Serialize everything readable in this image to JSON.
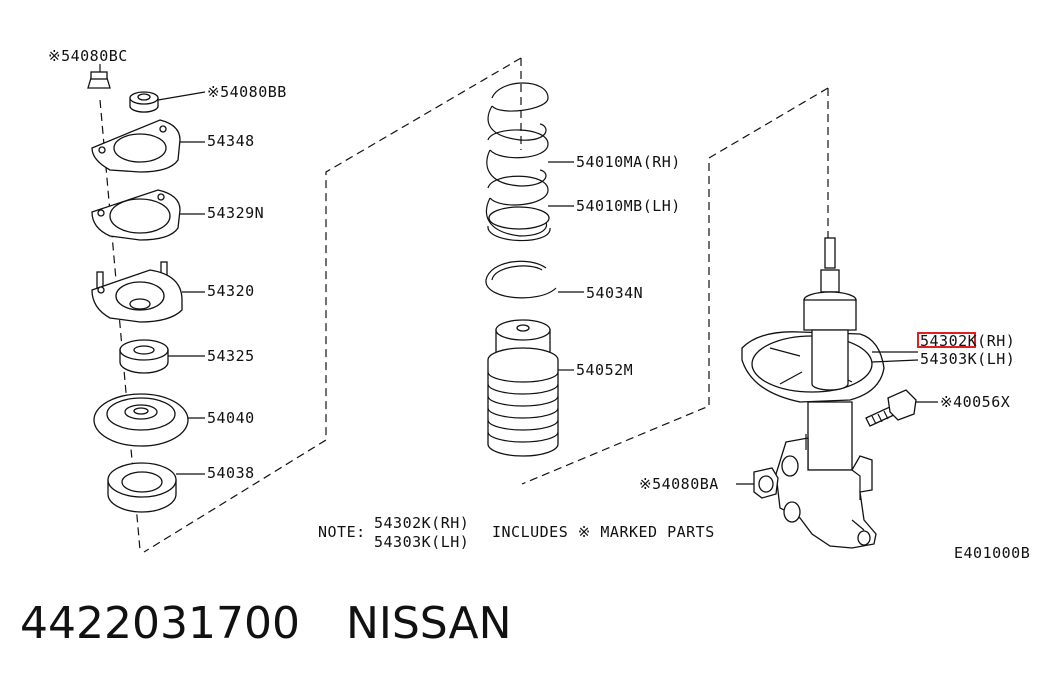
{
  "callouts": {
    "c54080BC": "※54080BC",
    "c54080BB": "※54080BB",
    "c54348": "54348",
    "c54329N": "54329N",
    "c54320": "54320",
    "c54325": "54325",
    "c54040": "54040",
    "c54038": "54038",
    "c54010MA": "54010MA(RH)",
    "c54010MB": "54010MB(LH)",
    "c54034N": "54034N",
    "c54052M": "54052M",
    "c54302K": "54302K(RH)",
    "c54303K": "54303K(LH)",
    "c40056X": "※40056X",
    "c54080BA": "※54080BA"
  },
  "note": {
    "prefix": "NOTE:",
    "line1": "54302K(RH)",
    "line2": "54303K(LH)",
    "suffix": "INCLUDES ※ MARKED PARTS"
  },
  "diagram_code": "E401000B",
  "highlight_color": "#e02020",
  "footer": {
    "part_number": "4422031700",
    "brand": "NISSAN"
  }
}
